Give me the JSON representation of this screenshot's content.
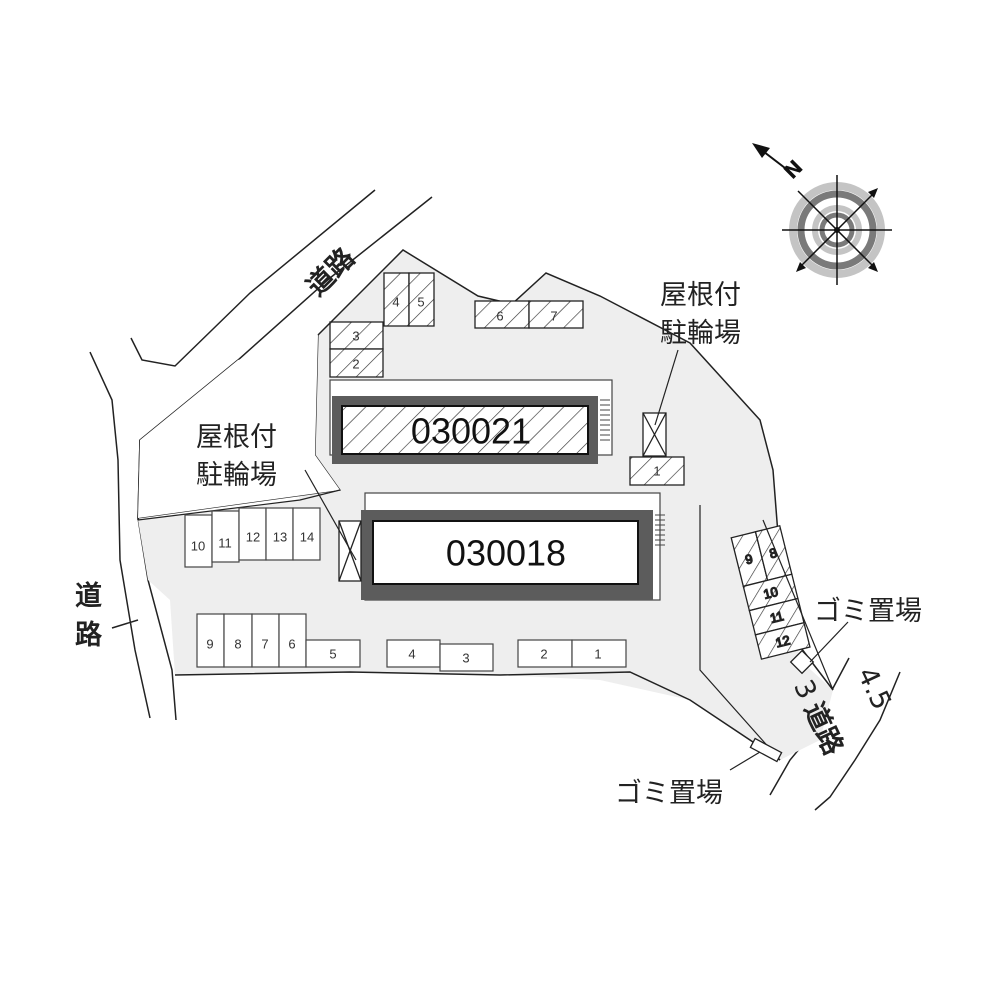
{
  "map": {
    "type": "site-plan",
    "colors": {
      "lot_fill": "#eeeeee",
      "line": "#222222",
      "building_wall": "#5c5c5c",
      "building_interior": "#ffffff",
      "compass_ring_dark": "#7a7a7a",
      "compass_ring_light": "#c4c4c4"
    },
    "compass": {
      "label": "N",
      "icon": "compass-rose-icon"
    },
    "buildings": [
      {
        "id": "030021",
        "label": "030021",
        "hatched": true
      },
      {
        "id": "030018",
        "label": "030018",
        "hatched": false
      }
    ],
    "labels": {
      "road_top": "道路",
      "road_left_1": "道",
      "road_left_2": "路",
      "road_right": "道路",
      "road_right_width": "3",
      "road_right_width_alt": "4.5",
      "covered_bike_parking_left_1": "屋根付",
      "covered_bike_parking_left_2": "駐輪場",
      "covered_bike_parking_right_1": "屋根付",
      "covered_bike_parking_right_2": "駐輪場",
      "garbage_area_right": "ゴミ置場",
      "garbage_area_bottom": "ゴミ置場"
    },
    "parking_hatched_top": [
      "1",
      "2",
      "3",
      "4",
      "5",
      "6",
      "7"
    ],
    "parking_hatched_right": [
      "8",
      "9",
      "10",
      "11",
      "12"
    ],
    "parking_left_row": [
      "10",
      "11",
      "12",
      "13",
      "14"
    ],
    "parking_bottom_row": [
      "9",
      "8",
      "7",
      "6",
      "5",
      "4",
      "3",
      "2",
      "1"
    ]
  }
}
